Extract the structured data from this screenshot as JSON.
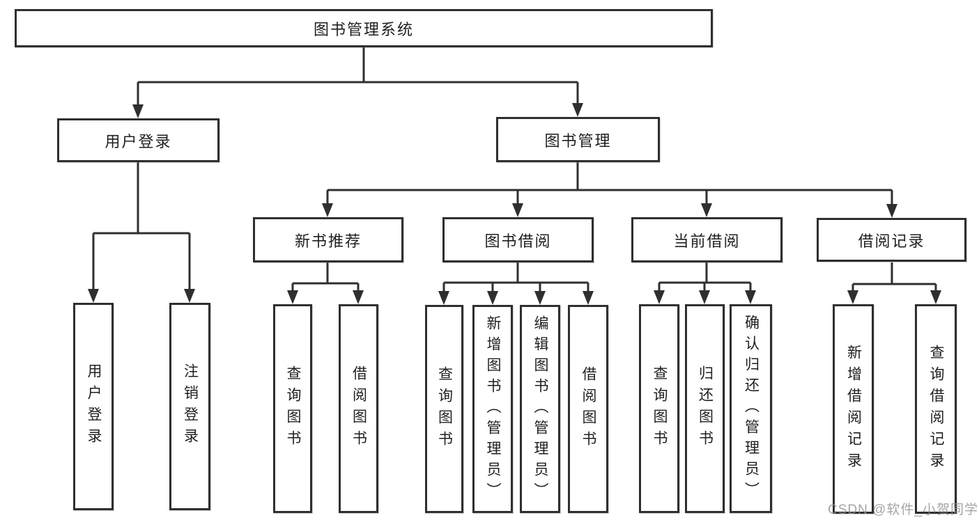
{
  "colors": {
    "line": "#2f2f2f",
    "box_border": "#2f2f2f",
    "text": "#1f1f1f",
    "background": "#ffffff",
    "watermark": "#8f8f8f"
  },
  "tree": {
    "root": {
      "label": "图书管理系统",
      "children": [
        {
          "label": "用户登录",
          "children": [
            {
              "label": "用户登录"
            },
            {
              "label": "注销登录"
            }
          ]
        },
        {
          "label": "图书管理",
          "children": [
            {
              "label": "新书推荐",
              "children": [
                {
                  "label": "查询图书"
                },
                {
                  "label": "借阅图书"
                }
              ]
            },
            {
              "label": "图书借阅",
              "children": [
                {
                  "label": "查询图书"
                },
                {
                  "label": "新增图书（管理员）"
                },
                {
                  "label": "编辑图书（管理员）"
                },
                {
                  "label": "借阅图书"
                }
              ]
            },
            {
              "label": "当前借阅",
              "children": [
                {
                  "label": "查询图书"
                },
                {
                  "label": "归还图书"
                },
                {
                  "label": "确认归还（管理员）"
                }
              ]
            },
            {
              "label": "借阅记录",
              "children": [
                {
                  "label": "新增借阅记录"
                },
                {
                  "label": "查询借阅记录"
                }
              ]
            }
          ]
        }
      ]
    }
  },
  "watermark": {
    "text": "CSDN @软件_小贺同学"
  }
}
